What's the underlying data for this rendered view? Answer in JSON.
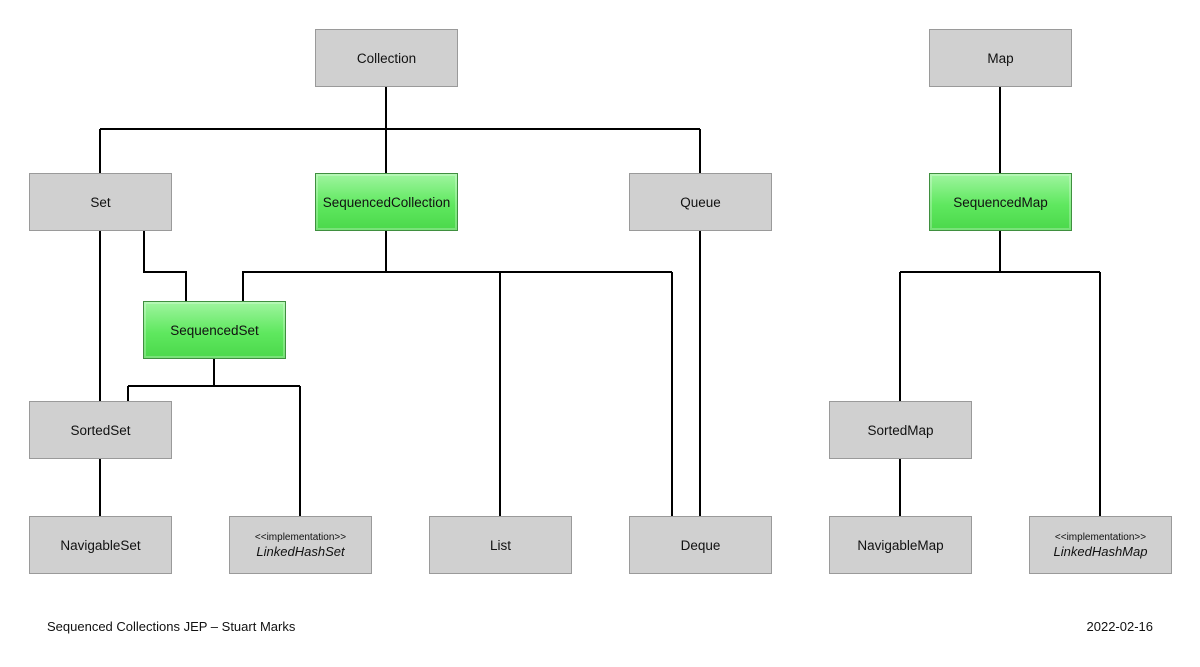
{
  "nodes": {
    "collection": "Collection",
    "map": "Map",
    "set": "Set",
    "sequenced_collection": "SequencedCollection",
    "queue": "Queue",
    "sequenced_map": "SequencedMap",
    "sequenced_set": "SequencedSet",
    "sorted_set": "SortedSet",
    "sorted_map": "SortedMap",
    "navigable_set": "NavigableSet",
    "linked_hash_set": {
      "stereotype": "<<implementation>>",
      "name": "LinkedHashSet"
    },
    "list": "List",
    "deque": "Deque",
    "navigable_map": "NavigableMap",
    "linked_hash_map": {
      "stereotype": "<<implementation>>",
      "name": "LinkedHashMap"
    }
  },
  "colors": {
    "interface": "#d0d0d0",
    "new_interface": "#5fe85f",
    "line": "#000000"
  },
  "footer": {
    "left": "Sequenced Collections JEP – Stuart Marks",
    "right": "2022-02-16"
  }
}
